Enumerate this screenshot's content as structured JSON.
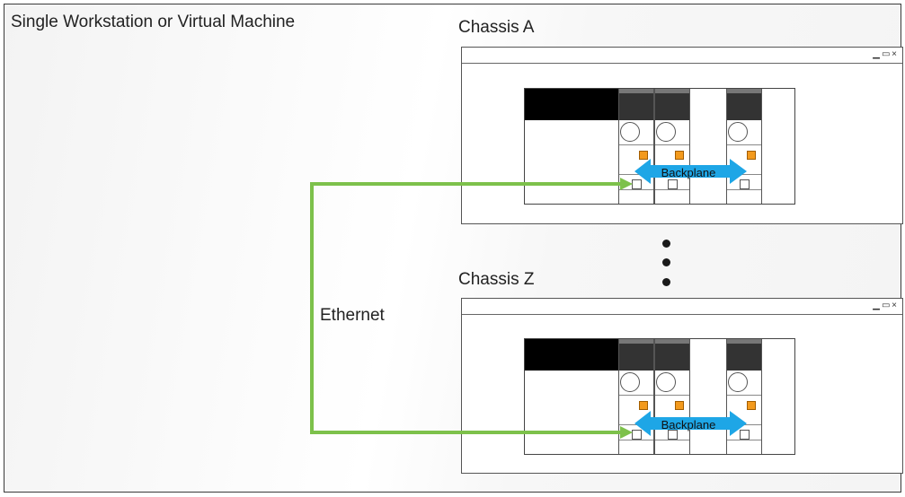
{
  "title": "Single Workstation or Virtual Machine",
  "chassis": [
    {
      "title": "Chassis A",
      "backplane_label": "Backplane"
    },
    {
      "title": "Chassis Z",
      "backplane_label": "Backplane"
    }
  ],
  "connection_label": "Ethernet",
  "window_controls": {
    "minimize": "▁",
    "maximize": "▭",
    "close": "×"
  },
  "colors": {
    "ethernet": "#7dc14b",
    "backplane": "#1ea6e6",
    "status_led": "#f39a1d",
    "module_header": "#000000"
  }
}
